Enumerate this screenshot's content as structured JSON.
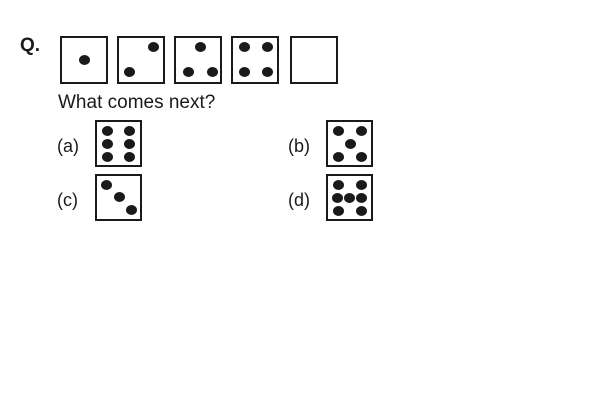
{
  "question": {
    "label": "Q.",
    "prompt": "What comes next?"
  },
  "sequence": [
    {
      "dots": 1
    },
    {
      "dots": 2
    },
    {
      "dots": 3
    },
    {
      "dots": 4
    },
    {
      "dots": 0
    }
  ],
  "options": [
    {
      "label": "(a)",
      "dots": 6
    },
    {
      "label": "(b)",
      "dots": 5
    },
    {
      "label": "(c)",
      "dots": 3
    },
    {
      "label": "(d)",
      "dots": 7
    }
  ],
  "colors": {
    "ink": "#1a1a1a",
    "background": "#ffffff"
  }
}
